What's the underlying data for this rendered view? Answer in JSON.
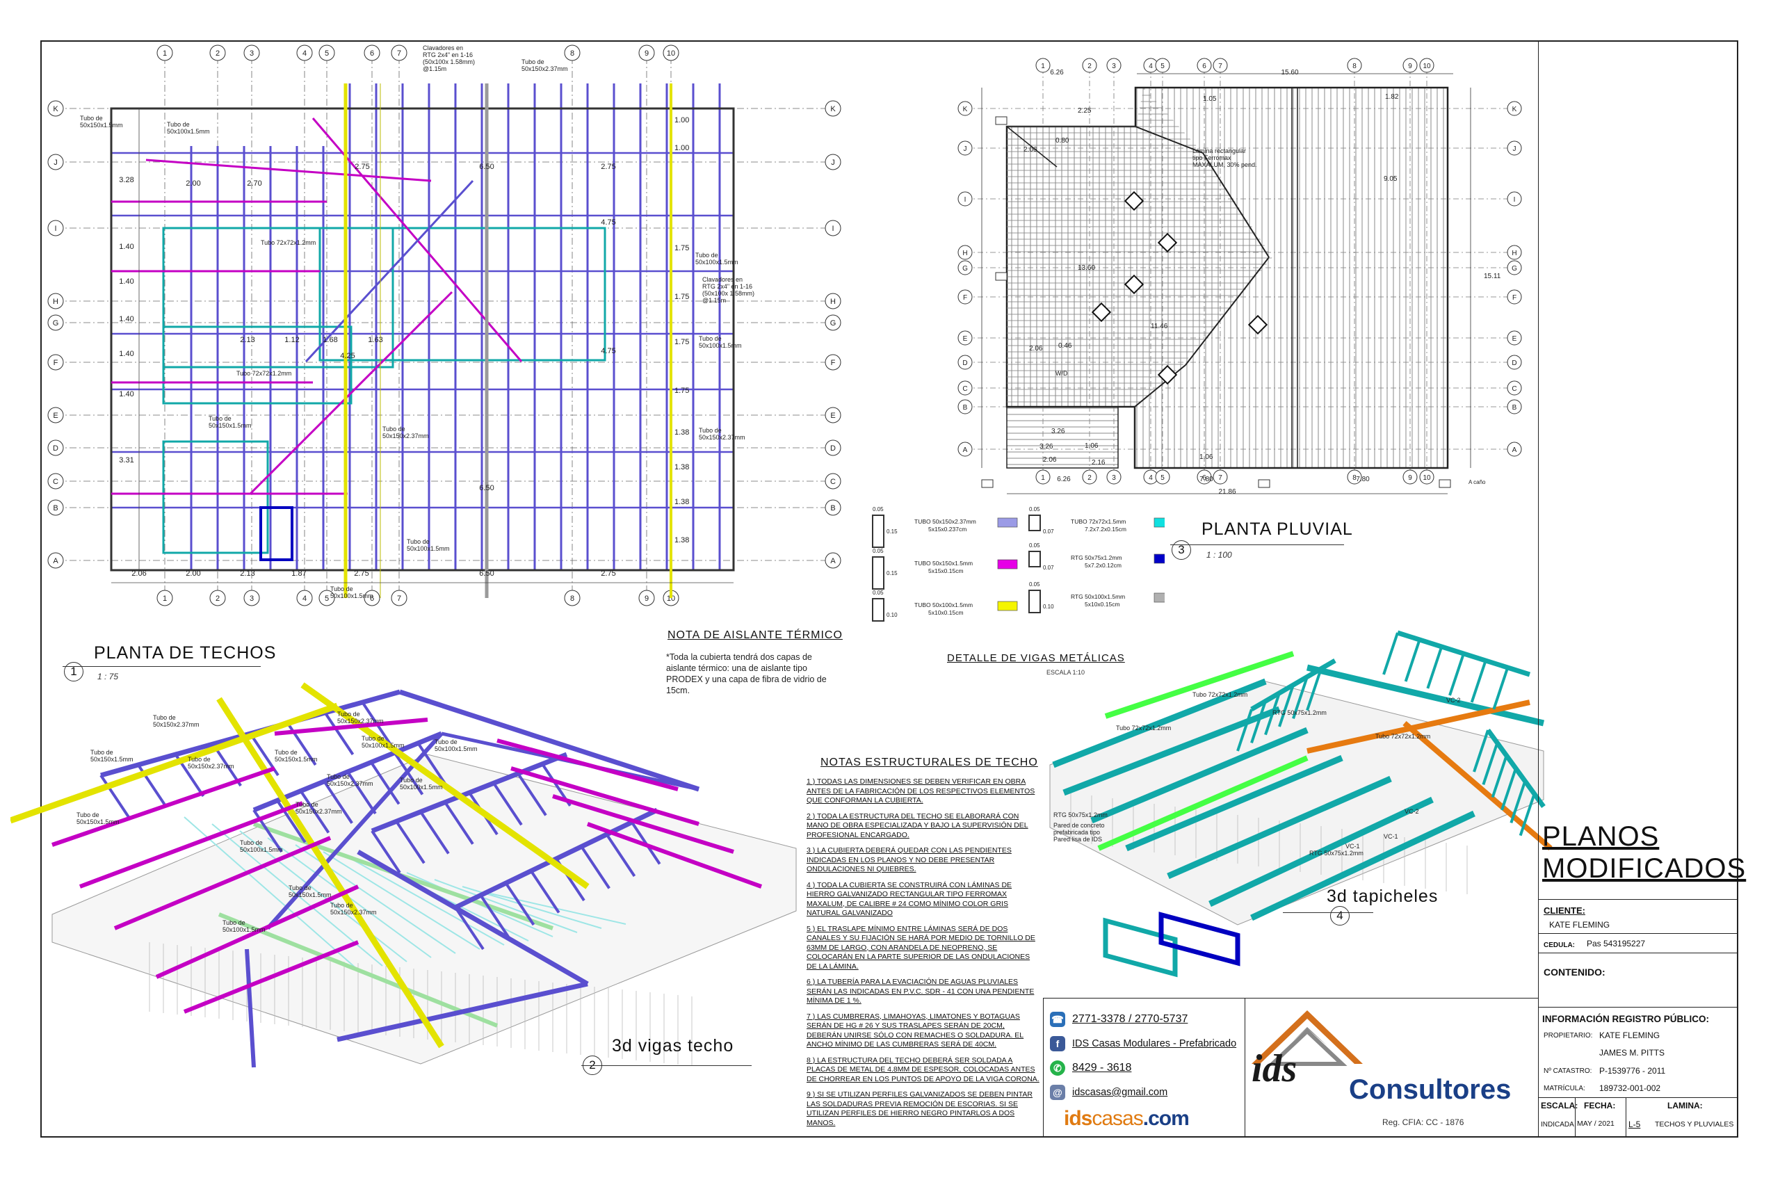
{
  "drawings": {
    "plan1": {
      "title": "PLANTA DE TECHOS",
      "scale": "1 : 75",
      "number": "1"
    },
    "plan3": {
      "title": "PLANTA PLUVIAL",
      "scale": "1 : 100",
      "number": "3"
    },
    "view2": {
      "title": "3d vigas techo",
      "number": "2"
    },
    "view4": {
      "title": "3d tapicheles",
      "number": "4"
    },
    "detail": {
      "title": "DETALLE DE VIGAS METÁLICAS",
      "scale": "ESCALA 1:10"
    }
  },
  "grid": {
    "columns": [
      "1",
      "2",
      "3",
      "4",
      "5",
      "6",
      "7",
      "8",
      "9",
      "10"
    ],
    "rows": [
      "K",
      "J",
      "I",
      "H",
      "G",
      "F",
      "E",
      "D",
      "C",
      "B",
      "A"
    ]
  },
  "plan1_labels": {
    "tubo_50x150_a": "Tubo de 50x150x1.5mm",
    "tubo_50x100_a": "Tubo de 50x100x1.5mm",
    "clavadores": "Clavadores en RTG 2x4\" en 1-16 (50x100x 1.58mm) @1.15m",
    "tubo_50x150_237": "Tubo de 50x150x2.37mm",
    "tubo_72": "Tubo 72x72x1.2mm",
    "dims_left": [
      "3.28",
      "1.40",
      "1.40",
      "1.40",
      "1.40",
      "1.40",
      "3.31"
    ],
    "dims_bottom": [
      "2.06",
      "2.00",
      "2.13",
      "1.87",
      "2.75",
      "6.50",
      "2.75"
    ],
    "dims_right": [
      "1.00",
      "1.00",
      "1.75",
      "1.75",
      "1.75",
      "1.75",
      "1.38",
      "1.38",
      "1.38",
      "1.38"
    ],
    "dims_inner": [
      "2.00",
      "2.70",
      "2.75",
      "6.50",
      "2.75",
      "4.75",
      "2.13",
      "1.12",
      "1.68",
      "1.63",
      "4.25",
      "4.75",
      "6.50"
    ]
  },
  "plan3_labels": {
    "lamina": "Lámina rectangular tipo Ferromax MAXALUM, 30% pend.",
    "dims_top": [
      "6.26",
      "15.60"
    ],
    "dims_bottom": [
      "6.26",
      "7.80",
      "7.80",
      "21.86"
    ],
    "dims_inner": [
      "2.25",
      "1.05",
      "0.80",
      "2.06",
      "13.60",
      "9.05",
      "11.46",
      "2.06",
      "0.46",
      "3.26",
      "3.26",
      "2.06",
      "1.06",
      "2.16",
      "1.06",
      "1.82",
      "15.11"
    ],
    "wd": "W/D",
    "acaño": "A caño"
  },
  "legend": [
    {
      "name": "TUBO 50x150x2.37mm",
      "sub": "5x15x0.237cm",
      "color": "#9b9be6",
      "dim": "0.15"
    },
    {
      "name": "TUBO 50x150x1.5mm",
      "sub": "5x15x0.15cm",
      "color": "#e600e6",
      "dim": "0.15"
    },
    {
      "name": "TUBO 50x100x1.5mm",
      "sub": "5x10x0.15cm",
      "color": "#f5f500",
      "dim": "0.10"
    },
    {
      "name": "TUBO 72x72x1.5mm",
      "sub": "7.2x7.2x0.15cm",
      "color": "#10e0e0",
      "dim": "0.07"
    },
    {
      "name": "RTG 50x75x1.2mm",
      "sub": "5x7.2x0.12cm",
      "color": "#0000c8",
      "dim": "0.07"
    },
    {
      "name": "RTG 50x100x1.5mm",
      "sub": "5x10x0.15cm",
      "color": "#b0b0b0",
      "dim": "0.10"
    }
  ],
  "legend_dim_top": "0.05",
  "aislante": {
    "title": "NOTA DE AISLANTE TÉRMICO",
    "text": "*Toda la cubierta tendrá dos capas de aislante térmico: una de aislante tipo PRODEX y una capa de fibra de vidrio de 15cm."
  },
  "notas": {
    "title": "NOTAS ESTRUCTURALES DE TECHO",
    "items": [
      "1 ) TODAS LAS DIMENSIONES SE DEBEN VERIFICAR EN OBRA ANTES DE LA FABRICACIÓN DE LOS RESPECTIVOS ELEMENTOS QUE CONFORMAN LA CUBIERTA.",
      "2 ) TODA LA ESTRUCTURA DEL TECHO SE ELABORARÁ CON MANO DE OBRA ESPECIALIZADA Y BAJO LA SUPERVISIÓN DEL PROFESIONAL ENCARGADO.",
      "3 ) LA CUBIERTA DEBERÁ QUEDAR CON LAS PENDIENTES INDICADAS EN LOS PLANOS Y NO DEBE PRESENTAR ONDULACIONES NI QUIEBRES.",
      "4 ) TODA LA CUBIERTA SE CONSTRUIRÁ CON LÁMINAS DE HIERRO GALVANIZADO RECTANGULAR TIPO FERROMAX MAXALUM, DE CALIBRE # 24 COMO MÍNIMO COLOR GRIS NATURAL GALVANIZADO",
      "5 ) EL TRASLAPE MÍNIMO ENTRE LÁMINAS SERÁ DE DOS CANALES Y SU FIJACIÓN SE HARÁ POR MEDIO DE TORNILLO DE 63mm DE LARGO, CON ARANDELA DE NEOPRENO, SE COLOCARÁN EN LA PARTE SUPERIOR DE LAS ONDULACIONES DE LA LÁMINA.",
      "6 ) LA TUBERÍA PARA LA EVACIACIÓN DE AGUAS PLUVIALES SERÁN LAS INDICADAS EN P.V.C. SDR - 41 CON UNA PENDIENTE MÍNIMA DE 1 %.",
      "7 ) LAS CUMBRERAS, LIMAHOYAS, LIMATONES Y BOTAGUAS SERÁN DE HG # 26 Y SUS TRASLAPES SERÁN DE 20cm, DEBERÁN UNIRSE SÓLO CON REMACHES O SOLDADURA. EL ANCHO MÍNIMO DE LAS CUMBRERAS SERÁ DE 40cm.",
      "8 ) LA ESTRUCTURA DEL TECHO DEBERÁ SER SOLDADA A PLACAS DE METAL DE 4.8mm DE ESPESOR, COLOCADAS ANTES DE CHORREAR EN LOS PUNTOS DE APOYO DE LA VIGA CORONA.",
      "9 ) SI SE UTILIZAN PERFILES GALVANIZADOS SE DEBEN PINTAR LAS SOLDADURAS PREVIA REMOCIÓN DE ESCORIAS. SI SE UTILIZAN PERFILES DE HIERRO NEGRO PINTARLOS A DOS MANOS."
    ]
  },
  "view2_labels": [
    "Tubo de 50x150x2.37mm",
    "Tubo de 50x150x2.37mm",
    "Tubo de 50x100x1.5mm",
    "Tubo de 50x150x1.5mm",
    "Tubo de 50x150x2.37mm",
    "Tubo de 50x150x1.5mm",
    "Tubo de 50x100x1.5mm",
    "Tubo de 50x150x2.37mm",
    "Tubo de 50x150x2.37mm",
    "Tubo de 50x100x1.5mm",
    "Tubo de 50x150x1.5mm",
    "Tubo de 50x100x1.5mm",
    "Tubo de 50x150x1.5mm",
    "Tubo de 50x150x2.37mm",
    "Tubo de 50x100x1.5mm"
  ],
  "view4_labels": [
    "Tubo 72x72x1.2mm",
    "RTG 50x75x1.2mm",
    "VC-2",
    "Tubo 72x72x1.2mm",
    "Tubo 72x72x1.2mm",
    "VC-2",
    "VC-1",
    "RTG 50x75x1.2mm",
    "Pared de concreto prefabricada tipo Pared lisa de IDS",
    "RTG 50x75x1.2mm",
    "VC-1"
  ],
  "contact": {
    "phone": "2771-3378 / 2770-5737",
    "facebook": "IDS Casas Modulares - Prefabricado",
    "whatsapp": "8429 - 3618",
    "email": "idscasas@gmail.com",
    "web_a": "ids",
    "web_b": "casas",
    "web_c": ".com"
  },
  "logo": {
    "brand": "ids",
    "company": "Consultores",
    "reg": "Reg. CFIA: CC - 1876"
  },
  "titleblock": {
    "status_line1": "PLANOS",
    "status_line2": "MODIFICADOS",
    "cliente_label": "CLIENTE:",
    "cliente": "KATE FLEMING",
    "cedula_label": "CEDULA:",
    "cedula": "Pas 543195227",
    "contenido_label": "CONTENIDO:",
    "registro_label": "INFORMACIÓN REGISTRO PÚBLICO:",
    "propietario_label": "PROPIETARIO:",
    "propietario1": "KATE FLEMING",
    "propietario2": "JAMES M. PITTS",
    "catastro_label": "Nº CATASTRO:",
    "catastro": "P-1539776 - 2011",
    "matricula_label": "MATRÍCULA:",
    "matricula": "189732-001-002",
    "escala_label": "ESCALA:",
    "escala": "INDICADA",
    "fecha_label": "FECHA:",
    "fecha": "MAY / 2021",
    "lamina_label": "LAMINA:",
    "lamina_num": "L-5",
    "lamina_name": "TECHOS Y PLUVIALES"
  }
}
